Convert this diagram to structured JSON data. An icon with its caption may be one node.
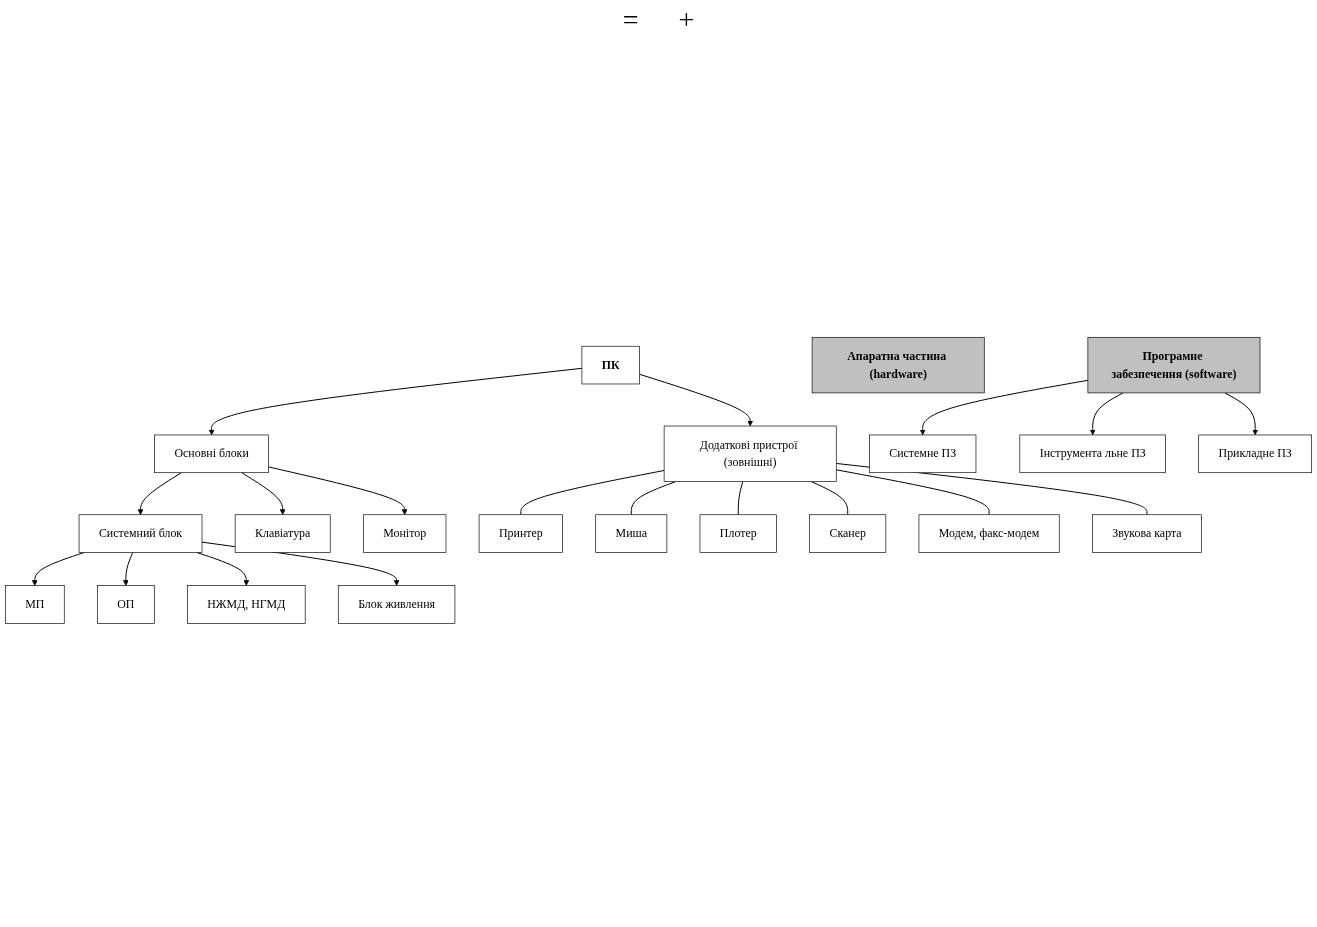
{
  "diagram": {
    "nodes": [
      {
        "text": [
          "ПК"
        ]
      },
      {
        "text": [
          "Апаратна частина (hardware)"
        ]
      },
      {
        "text": [
          "Програмне забезпечення (software)"
        ]
      },
      {
        "text": [
          "Основні блоки"
        ]
      },
      {
        "text": [
          "Системний блок"
        ]
      },
      {
        "text": [
          "Клавіатура"
        ]
      },
      {
        "text": [
          "Монітор"
        ]
      },
      {
        "text": [
          "МП"
        ]
      },
      {
        "text": [
          "ОП"
        ]
      },
      {
        "text": [
          "НЖМД, НГМД"
        ]
      },
      {
        "text": [
          "Блок живлення"
        ]
      },
      {
        "text": [
          "Додаткові пристрої (зовнішні)"
        ]
      },
      {
        "text": [
          "Принтер"
        ]
      },
      {
        "text": [
          "Миша"
        ]
      },
      {
        "text": [
          "Плотер"
        ]
      },
      {
        "text": [
          "Сканер"
        ]
      },
      {
        "text": [
          "Модем, факс-модем"
        ]
      },
      {
        "text": [
          "Звукова карта"
        ]
      },
      {
        "text": [
          "Системне ПЗ"
        ]
      },
      {
        "text": [
          "Інструмента льне ПЗ"
        ]
      },
      {
        "text": [
          "Прикладне ПЗ"
        ]
      }
    ],
    "edges": [
      {
        "from": 0,
        "to": 3,
        "arrow": "to"
      },
      {
        "from": 0,
        "to": 11,
        "arrow": "to"
      },
      {
        "from": 3,
        "to": 4,
        "arrow": "to"
      },
      {
        "from": 3,
        "to": 5,
        "arrow": "to"
      },
      {
        "from": 3,
        "to": 6,
        "arrow": "to"
      },
      {
        "from": 4,
        "to": 7,
        "arrow": "to"
      },
      {
        "from": 4,
        "to": 8,
        "arrow": "to"
      },
      {
        "from": 4,
        "to": 9,
        "arrow": "to"
      },
      {
        "from": 4,
        "to": 10,
        "arrow": "to"
      },
      {
        "from": 11,
        "to": 12,
        "arrow": "none"
      },
      {
        "from": 11,
        "to": 13,
        "arrow": "none"
      },
      {
        "from": 11,
        "to": 14,
        "arrow": "none"
      },
      {
        "from": 11,
        "to": 15,
        "arrow": "none"
      },
      {
        "from": 11,
        "to": 16,
        "arrow": "none"
      },
      {
        "from": 11,
        "to": 17,
        "arrow": "none"
      },
      {
        "from": 2,
        "to": 18,
        "arrow": "to"
      },
      {
        "from": 2,
        "to": 19,
        "arrow": "to"
      },
      {
        "from": 2,
        "to": 20,
        "arrow": "to"
      }
    ],
    "labels": [
      "=",
      "+"
    ]
  }
}
